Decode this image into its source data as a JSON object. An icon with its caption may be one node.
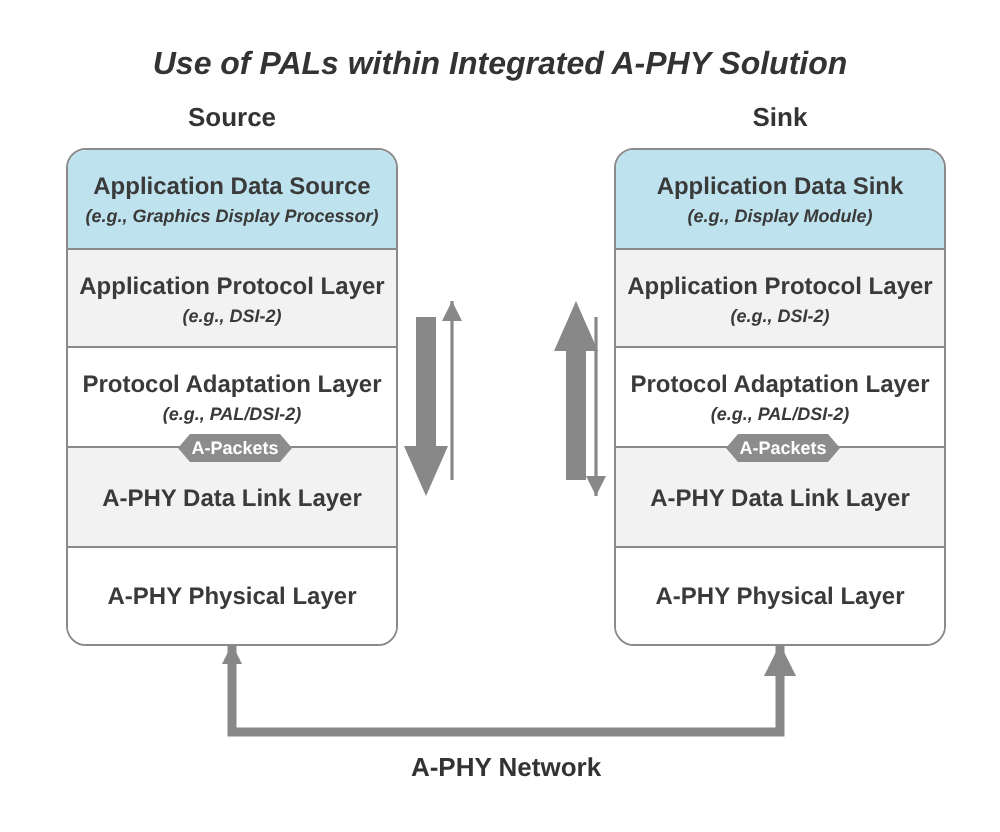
{
  "diagram": {
    "title": "Use of PALs within Integrated A-PHY Solution",
    "nodes": [
      {
        "text": [
          "Source"
        ]
      },
      {
        "text": [
          "Application Data Source",
          "(e.g., Graphics Display Processor)"
        ],
        "in": 0
      },
      {
        "text": [
          "Application Protocol Layer",
          "(e.g., DSI-2)"
        ],
        "in": 0
      },
      {
        "text": [
          "Protocol Adaptation Layer",
          "(e.g., PAL/DSI-2)"
        ],
        "in": 0
      },
      {
        "text": [
          "A-Packets"
        ],
        "in": 0
      },
      {
        "text": [
          "A-PHY Data Link Layer"
        ],
        "in": 0
      },
      {
        "text": [
          "A-PHY Physical Layer"
        ],
        "in": 0
      },
      {
        "text": [
          "Sink"
        ]
      },
      {
        "text": [
          "Application Data Sink",
          "(e.g., Display Module)"
        ],
        "in": 7
      },
      {
        "text": [
          "Application Protocol Layer",
          "(e.g., DSI-2)"
        ],
        "in": 7
      },
      {
        "text": [
          "Protocol Adaptation Layer",
          "(e.g., PAL/DSI-2)"
        ],
        "in": 7
      },
      {
        "text": [
          "A-Packets"
        ],
        "in": 7
      },
      {
        "text": [
          "A-PHY Data Link Layer"
        ],
        "in": 7
      },
      {
        "text": [
          "A-PHY Physical Layer"
        ],
        "in": 7
      }
    ],
    "edges": [
      {
        "from": 2,
        "to": 5,
        "arrow": "to",
        "style": "thick"
      },
      {
        "from": 5,
        "to": 2,
        "arrow": "to"
      },
      {
        "from": 12,
        "to": 9,
        "arrow": "to",
        "style": "thick"
      },
      {
        "from": 9,
        "to": 12,
        "arrow": "to"
      },
      {
        "from": 6,
        "to": 13,
        "arrow": "both",
        "label": "A-PHY Network",
        "style": "thick"
      }
    ]
  }
}
